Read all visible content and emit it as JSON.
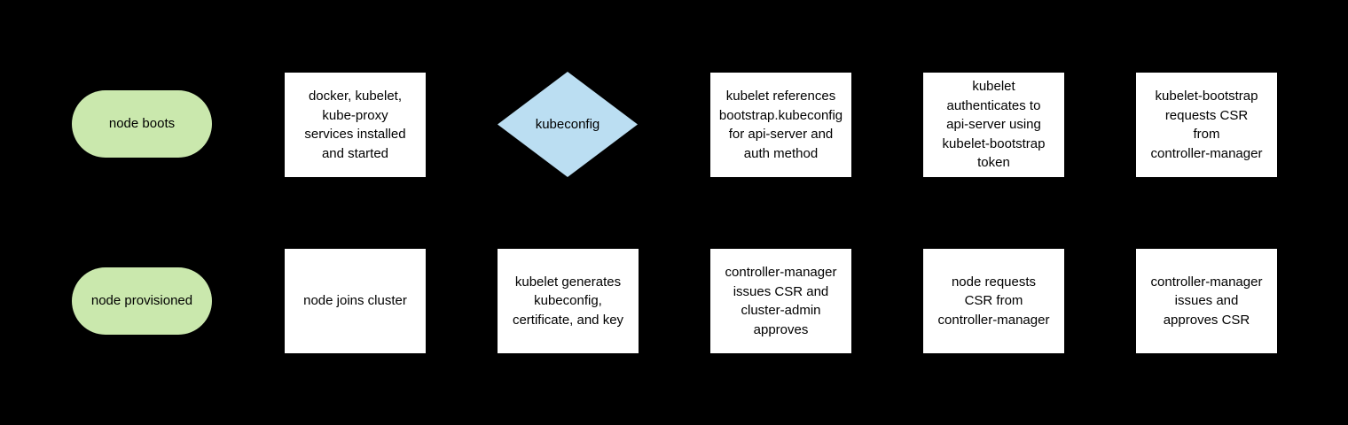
{
  "diagram": {
    "title": "Kubernetes node bootstrap / TLS bootstrapping flow",
    "background_color": "#000000",
    "text_color": "#000000",
    "palette": {
      "terminator_green": "#cae8ad",
      "decision_blue": "#bbdef2",
      "process_white": "#ffffff",
      "canvas_black": "#000000"
    }
  },
  "rows": [
    {
      "name": "top-row",
      "nodes": [
        {
          "id": "node-boots",
          "shape": "terminator",
          "label": "node boots",
          "fill": "#cae8ad"
        },
        {
          "id": "services-installed",
          "shape": "process",
          "label": "docker, kubelet,\nkube-proxy\nservices installed\nand started",
          "fill": "#ffffff"
        },
        {
          "id": "kubeconfig",
          "shape": "decision",
          "label": "kubeconfig",
          "fill": "#bbdef2"
        },
        {
          "id": "kubelet-references-bootstrap",
          "shape": "process",
          "label": "kubelet references\nbootstrap.kubeconfig\nfor api-server and\nauth method",
          "fill": "#ffffff",
          "overflow": true
        },
        {
          "id": "kubelet-authenticates",
          "shape": "process",
          "label": "kubelet\nauthenticates to\napi-server using\nkubelet-bootstrap\ntoken",
          "fill": "#ffffff"
        },
        {
          "id": "kubelet-bootstrap-requests-csr",
          "shape": "process",
          "label": "kubelet-bootstrap\nrequests CSR\nfrom\ncontroller-manager",
          "fill": "#ffffff"
        }
      ]
    },
    {
      "name": "bottom-row",
      "nodes": [
        {
          "id": "node-provisioned",
          "shape": "terminator",
          "label": "node provisioned",
          "fill": "#cae8ad"
        },
        {
          "id": "node-joins-cluster",
          "shape": "process",
          "label": "node joins cluster",
          "fill": "#ffffff"
        },
        {
          "id": "kubelet-generates",
          "shape": "process",
          "label": "kubelet generates\nkubeconfig,\ncertificate, and key",
          "fill": "#ffffff"
        },
        {
          "id": "controller-manager-issues-csr",
          "shape": "process",
          "label": "controller-manager\nissues CSR and\ncluster-admin\napproves",
          "fill": "#ffffff"
        },
        {
          "id": "node-requests-csr",
          "shape": "process",
          "label": "node requests\nCSR from\ncontroller-manager",
          "fill": "#ffffff"
        },
        {
          "id": "controller-manager-approves-csr",
          "shape": "process",
          "label": "controller-manager\nissues and\napproves CSR",
          "fill": "#ffffff"
        }
      ]
    }
  ]
}
